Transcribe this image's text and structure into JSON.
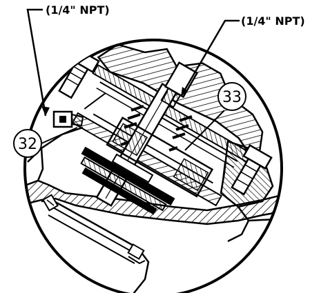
{
  "callouts": {
    "left_port": "(1/4\" NPT)",
    "right_port": "(1/4\" NPT)"
  },
  "balloons": {
    "item_32": "32",
    "item_33": "33"
  },
  "colors": {
    "line": "#000000",
    "background": "#ffffff"
  }
}
